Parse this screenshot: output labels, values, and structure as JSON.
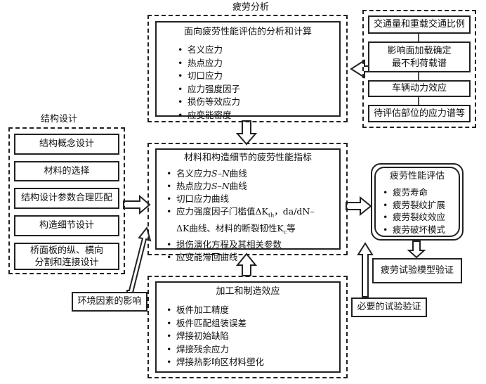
{
  "fatigue_analysis": {
    "group_label": "疲劳分析",
    "analysis_box": {
      "title": "面向疲劳性能评估的分析和计算",
      "items": [
        "名义应力",
        "热点应力",
        "切口应力",
        "应力强度因子",
        "损伤等效应力",
        "应变能密度"
      ]
    }
  },
  "traffic_chain": {
    "boxes": [
      "交通量和重载交通比例",
      "影响面加载确定",
      "最不利荷载谱",
      "车辆动力效应",
      "待评估部位的应力谱等"
    ]
  },
  "structural_design": {
    "group_label": "结构设计",
    "boxes": [
      "结构概念设计",
      "材料的选择",
      "结构设计参数合理匹配",
      "构造细节设计",
      "桥面板的纵、横向",
      "分割和连接设计"
    ]
  },
  "fatigue_index": {
    "title": "材料和构造细节的疲劳性能指标",
    "items": [
      {
        "pre": "名义应力",
        "sym": "S",
        "mid": "–",
        "sym2": "N",
        "post": "曲线"
      },
      {
        "pre": "热点应力",
        "sym": "S",
        "mid": "–",
        "sym2": "N",
        "post": "曲线"
      },
      {
        "pre": "切口应力曲线"
      },
      {
        "line1": "应力强度因子门槛值ΔK",
        "sub": "th",
        "line1b": "，da/dN–",
        "line2": "ΔK曲线、材料的断裂韧性K",
        "sub2": "c",
        "line2b": "等"
      },
      {
        "pre": "损伤演化方程及其相关参数"
      },
      {
        "pre": "应变能滞回曲线"
      }
    ]
  },
  "fatigue_evaluation": {
    "title": "疲劳性能评估",
    "items": [
      "疲劳寿命",
      "疲劳裂纹扩展",
      "疲劳裂纹效应",
      "疲劳破坏模式"
    ]
  },
  "model_verification": "疲劳试验模型验证",
  "environment": "环境因素的影响",
  "necessary_test": "必要的试验验证",
  "manufacturing": {
    "title": "加工和制造效应",
    "items": [
      "板件加工精度",
      "板件匹配组装误差",
      "焊接初始缺陷",
      "焊接残余应力",
      "焊接热影响区材料塑化"
    ]
  }
}
